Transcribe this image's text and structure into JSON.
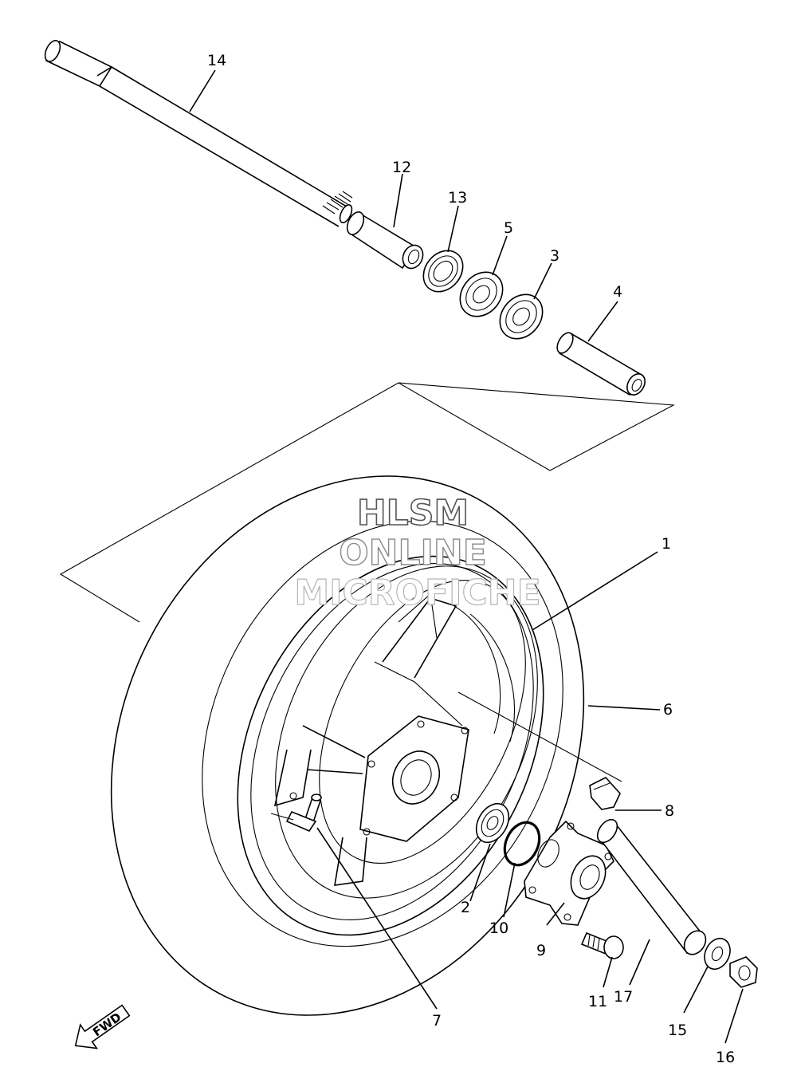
{
  "watermark": {
    "line1": "HLSM",
    "line2": "ONLINE",
    "line3": "MICROFICHE"
  },
  "direction_label": "FWD",
  "callouts": {
    "c1": "1",
    "c2": "2",
    "c3": "3",
    "c4": "4",
    "c5": "5",
    "c6": "6",
    "c7": "7",
    "c8": "8",
    "c9": "9",
    "c10": "10",
    "c11": "11",
    "c12": "12",
    "c13": "13",
    "c14": "14",
    "c15": "15",
    "c16": "16",
    "c17": "17"
  }
}
